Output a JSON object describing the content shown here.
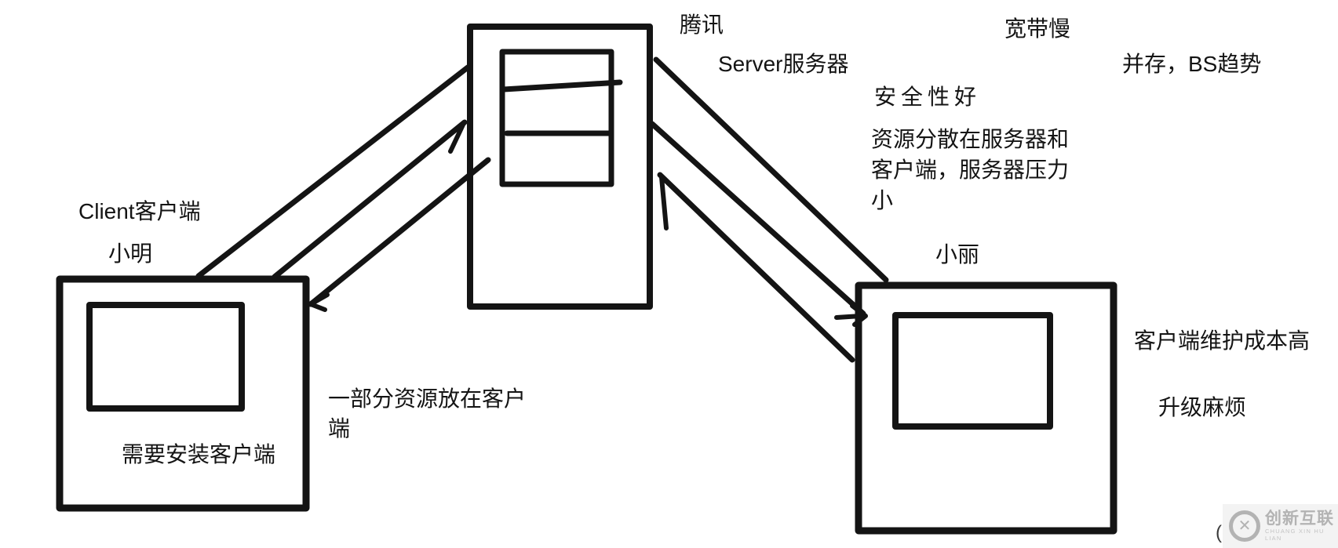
{
  "canvas": {
    "background": "#ffffff",
    "ink": "#141414",
    "watermark_gray": "#b3b3b3",
    "watermark_bg": "#f3f3f3"
  },
  "labels": {
    "tencent": "腾讯",
    "server_title": "Server服务器",
    "security": "安全性好",
    "bandwidth_slow": "宽带慢",
    "coexist_trend": "并存，BS趋势",
    "resources_line1": "资源分散在服务器和",
    "resources_line2": "客户端，服务器压力",
    "resources_line3": "小",
    "client_title": "Client客户端",
    "xiaoming": "小明",
    "xiaoli": "小丽",
    "need_install": "需要安装客户端",
    "part_resources_line1": "一部分资源放在客户",
    "part_resources_line2": "端",
    "maintain_cost": "客户端维护成本高",
    "upgrade_trouble": "升级麻烦",
    "paren": "("
  },
  "watermark": {
    "brand": "创新互联",
    "romanized": "CHUANG XIN HU LIAN",
    "logo_glyph": "✕"
  },
  "diagram": {
    "nodes": [
      {
        "id": "client-xiaoming",
        "type": "client",
        "person": "小明",
        "label": "Client客户端",
        "note": "需要安装客户端"
      },
      {
        "id": "server-tencent",
        "type": "server",
        "company": "腾讯",
        "label": "Server服务器"
      },
      {
        "id": "client-xiaoli",
        "type": "client",
        "person": "小丽",
        "note": "客户端维护成本高 / 升级麻烦"
      }
    ],
    "edges": [
      {
        "from": "client-xiaoming",
        "to": "server-tencent",
        "arrowhead": "at-server"
      },
      {
        "from": "server-tencent",
        "to": "client-xiaoming",
        "arrowhead": "at-client"
      },
      {
        "from": "server-tencent",
        "to": "client-xiaoli",
        "arrowhead": "at-client"
      },
      {
        "from": "client-xiaoli",
        "to": "server-tencent",
        "arrowhead": "at-server"
      }
    ]
  }
}
